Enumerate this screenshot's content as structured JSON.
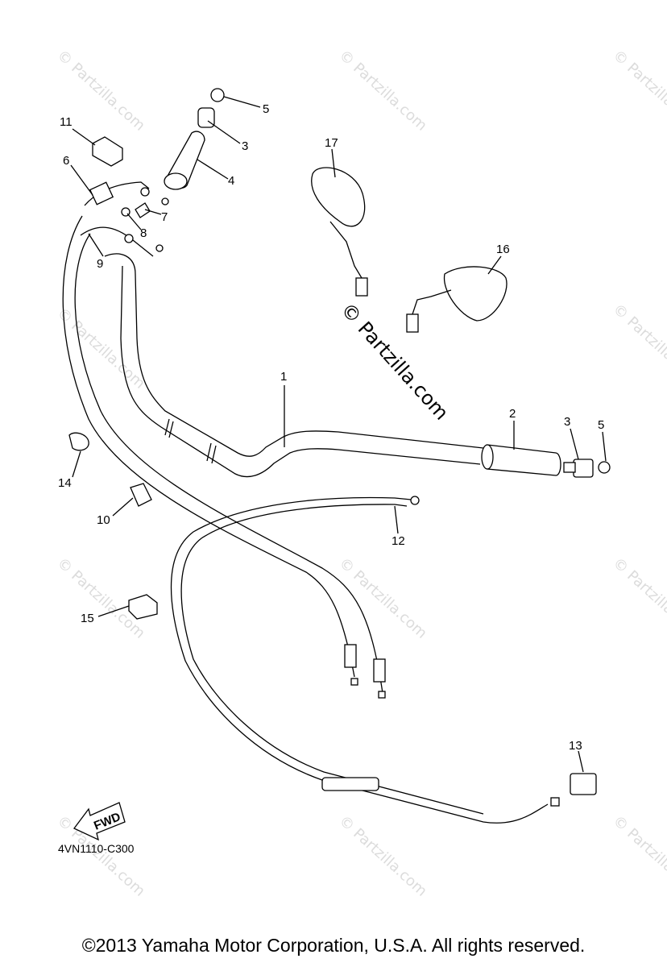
{
  "diagram": {
    "callouts": [
      "1",
      "2",
      "3",
      "3",
      "4",
      "5",
      "5",
      "6",
      "7",
      "8",
      "9",
      "10",
      "11",
      "12",
      "13",
      "14",
      "15",
      "16",
      "17"
    ],
    "watermark": "© Partzilla.com",
    "fwd_label": "FWD",
    "diagram_code": "4VN1110-C300",
    "copyright": "©2013 Yamaha Motor Corporation, U.S.A. All rights reserved."
  }
}
